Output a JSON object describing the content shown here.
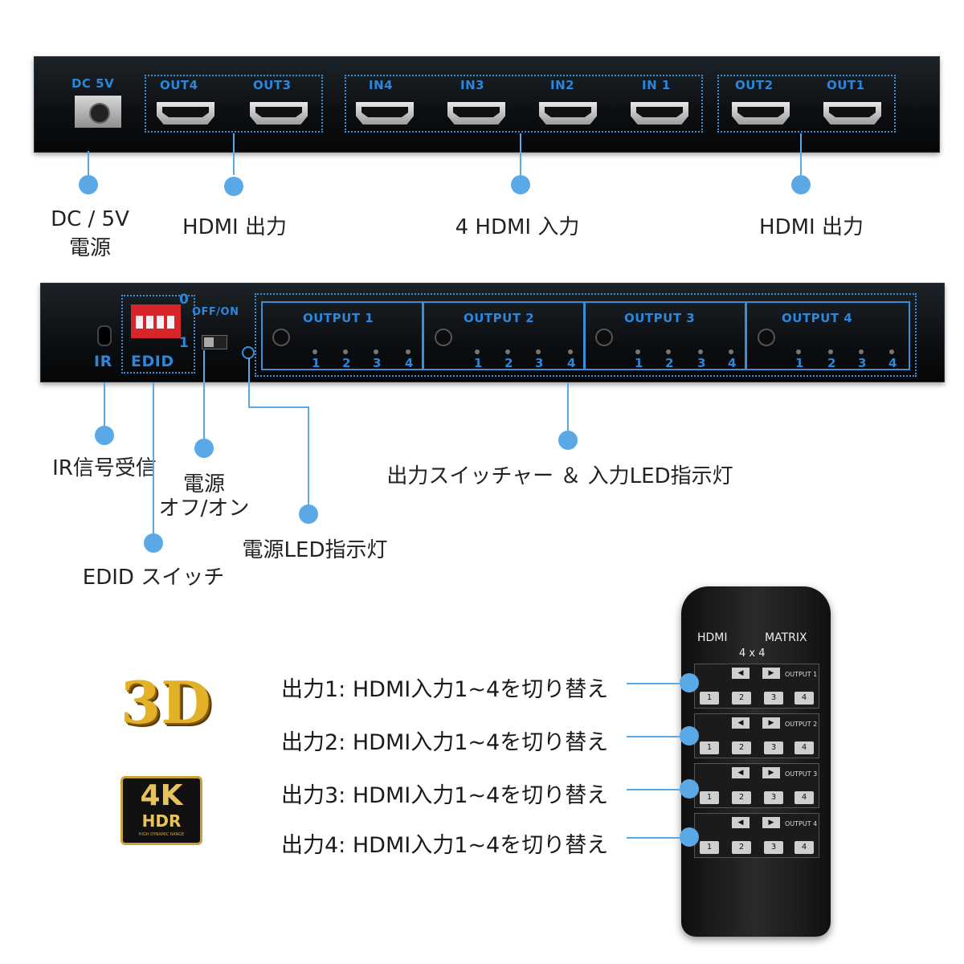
{
  "top_device": {
    "dc_label": "DC 5V",
    "ports": [
      {
        "label": "OUT4"
      },
      {
        "label": "OUT3"
      },
      {
        "label": "IN4"
      },
      {
        "label": "IN3"
      },
      {
        "label": "IN2"
      },
      {
        "label": "IN 1"
      },
      {
        "label": "OUT2"
      },
      {
        "label": "OUT1"
      }
    ]
  },
  "top_captions": {
    "dc_line1": "DC / 5V",
    "dc_line2": "電源",
    "hdmi_out_left": "HDMI 出力",
    "hdmi_in": "4 HDMI 入力",
    "hdmi_out_right": "HDMI 出力"
  },
  "front_device": {
    "ir_label": "IR",
    "edid_label": "EDID",
    "edid_0": "0",
    "edid_1": "1",
    "power_switch_label": "OFF/ON",
    "outputs": [
      {
        "label": "OUTPUT 1",
        "nums": [
          "1",
          "2",
          "3",
          "4"
        ]
      },
      {
        "label": "OUTPUT 2",
        "nums": [
          "1",
          "2",
          "3",
          "4"
        ]
      },
      {
        "label": "OUTPUT 3",
        "nums": [
          "1",
          "2",
          "3",
          "4"
        ]
      },
      {
        "label": "OUTPUT 4",
        "nums": [
          "1",
          "2",
          "3",
          "4"
        ]
      }
    ]
  },
  "front_captions": {
    "ir": "IR信号受信",
    "power_line1": "電源",
    "power_line2": "オフ/オン",
    "power_led": "電源LED指示灯",
    "edid": "EDID スイッチ",
    "switcher": "出力スイッチャー ＆ 入力LED指示灯"
  },
  "remote": {
    "title_left": "HDMI",
    "title_right": "MATRIX",
    "subtitle": "4 x 4",
    "groups": [
      {
        "label": "OUTPUT 1",
        "keys": [
          "1",
          "2",
          "3",
          "4"
        ]
      },
      {
        "label": "OUTPUT 2",
        "keys": [
          "1",
          "2",
          "3",
          "4"
        ]
      },
      {
        "label": "OUTPUT 3",
        "keys": [
          "1",
          "2",
          "3",
          "4"
        ]
      },
      {
        "label": "OUTPUT 4",
        "keys": [
          "1",
          "2",
          "3",
          "4"
        ]
      }
    ],
    "arrow_left": "◀",
    "arrow_right": "▶",
    "captions": [
      "出力1:  HDMI入力1~4を切り替え",
      "出力2:  HDMI入力1~4を切り替え",
      "出力3:  HDMI入力1~4を切り替え",
      "出力4:  HDMI入力1~4を切り替え"
    ]
  },
  "badges": {
    "three_d": "3D",
    "fourk": "4K",
    "hdr": "HDR",
    "hdr_sub": "HIGH DYNAMIC RANGE"
  },
  "colors": {
    "accent": "#3a8fd8",
    "callout": "#5aa8e6",
    "device": "#0c0f12",
    "gold": "#c9a23a"
  }
}
